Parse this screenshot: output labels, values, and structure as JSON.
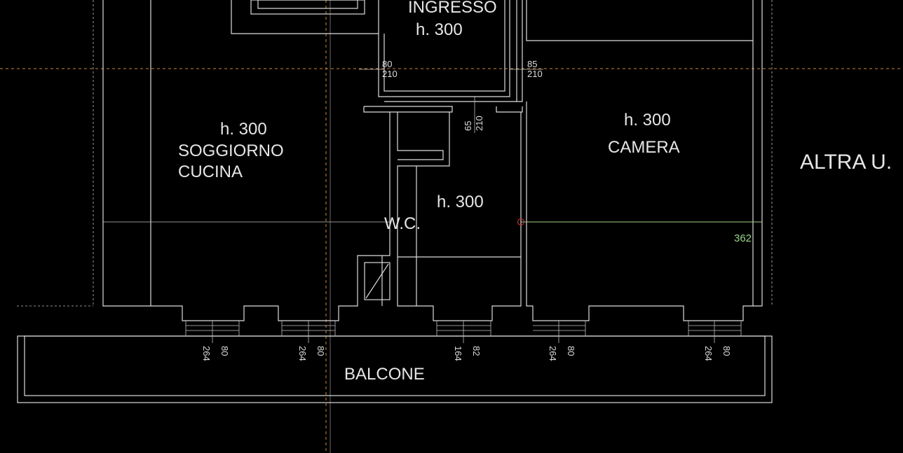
{
  "rooms": {
    "ingresso": {
      "name": "INGRESSO",
      "height": "h. 300"
    },
    "soggiorno": {
      "name1": "SOGGIORNO",
      "name2": "CUCINA",
      "height": "h. 300"
    },
    "wc": {
      "name": "W.C.",
      "height": "h. 300"
    },
    "camera": {
      "name": "CAMERA",
      "height": "h. 300"
    },
    "balcone": {
      "name": "BALCONE"
    },
    "altra": {
      "name": "ALTRA U."
    }
  },
  "doors": {
    "ingresso_left": {
      "w": "80",
      "h": "210"
    },
    "ingresso_right": {
      "w": "85",
      "h": "210"
    },
    "wc": {
      "w": "65",
      "h": "210"
    }
  },
  "windows": [
    {
      "w": "80",
      "h": "264"
    },
    {
      "w": "80",
      "h": "264"
    },
    {
      "w": "82",
      "h": "164"
    },
    {
      "w": "80",
      "h": "264"
    },
    {
      "w": "80",
      "h": "264"
    }
  ],
  "measure": {
    "value": "362"
  },
  "colors": {
    "background": "#000000",
    "lines": "#dcdcdc",
    "guide_dashed": "#c98a3a",
    "measure": "#9bd38a",
    "marker": "#c0303a"
  }
}
